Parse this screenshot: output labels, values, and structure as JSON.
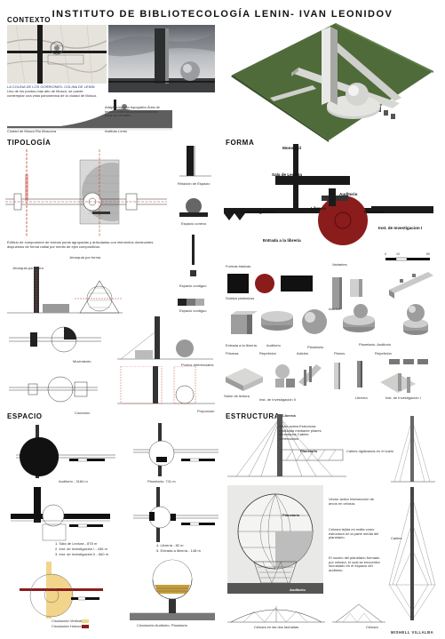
{
  "title": "INSTITUTO DE BIBLIOTECOLOGÍA LENIN- IVAN LEONIDOV",
  "author": "MISHELL VILLALBA",
  "colors": {
    "accent_red": "#8b1c1c",
    "dark": "#111111",
    "concrete": "#c8c8c8",
    "yellow": "#f2d58a"
  },
  "contexto": {
    "heading": "CONTEXTO",
    "photo_caption_1": "LA COLINA DE LOS GORRIONES- COLINA DE LENIN",
    "photo_caption_2": "Uno de los puntos mas alto de Moscú, se puede contemplar una vista panorámica de la ciudad de Moscú.",
    "section_note": "Adaptación a la topografía Área de terreno extensa Aprovechamiento para los ciruales",
    "labels": [
      "Ciudad de Moscú",
      "Rio Moscova",
      "Instituto Lenin"
    ]
  },
  "tipologia": {
    "heading": "TIPOLOGÍA",
    "description": "Edificio de composición de formas puras agrupadas y articuladas con elementos dominantes dispuestos de forma radial por medio de ejes compositivos.",
    "jerarquia_altura": "Jerarquia por altura",
    "jerarquia_forma": "Jerarquía por forma",
    "relacion": "Relación de Espacio",
    "conexo": "Espacio conexo",
    "contiguo_1": "Espacio contiguo",
    "contiguo_2": "Espacio contiguo",
    "movimiento": "Movimiento",
    "puntos": "Puntos referenciales",
    "conexion": "Conexión",
    "proporcion": "Proporcion"
  },
  "forma": {
    "heading": "FORMA",
    "labels": {
      "monorail": "Monorrail",
      "sala_lectura": "Sala de Lectura",
      "auditorio": "Auditorio",
      "libreria": "Librería",
      "planetario": "Planetario",
      "inst_2": "Inst. de Investigacion II",
      "inst_1": "Inst. de Investigacion I",
      "entrada": "Entrada a la librería"
    },
    "scale_ticks": [
      "0",
      "10",
      "50"
    ],
    "formas_basicas": "Formas básicas",
    "variantes": "Variantes",
    "solidos": "Sólidos platónicos",
    "adicion": "Adición",
    "row_labels": [
      "Entrada a la librería",
      "Auditorio",
      "Planetario",
      "Planetario- Auditorio"
    ],
    "prismas": "Prismas",
    "repeticion_1": "Repetición",
    "adicion_2": "Adición",
    "planos": "Planos",
    "repeticion_2": "Repetición",
    "bottom_labels": [
      "Salón de lectura",
      "Inst. de Investigación II",
      "Librería",
      "Inst. de Investigación I"
    ]
  },
  "espacio": {
    "heading": "ESPACIO",
    "auditorio": "Auditorio - 3184 m",
    "planetario": "Planetario- 741 m",
    "list_left": [
      "1. Sala de Lectura - 878 m",
      "2. Inst. de Investigación I - 436 m",
      "3. Inst. de Investigación II - 660 m"
    ],
    "list_right": [
      "4. Librería - 82 m",
      "5. Entrada a librería - 148 m"
    ],
    "circ_vertical": "Circulación Vertical",
    "circ_horizontal": "Circulación Horizontal",
    "circ_aud_plan": "Circulación Auditorio- Planetario"
  },
  "estructura": {
    "heading": "ESTRUCTURA",
    "libreria_tag": "Librería",
    "planetario_tag": "Planetario",
    "auditorio_tag": "Auditorio",
    "notes_1": "Altura activa Estructura rigidizada mediante pilares atirantados Cables pretensados",
    "cables_suelo": "Cables rigidizados en el suelo",
    "vector": "Vector activo Intersección de arcos en celosía.",
    "celosia_malla": "Celosía tejida en malla como estructura en la parte media del planetario.",
    "nucleo": "El núcleo del planetario formado por celosía, el cual se encuentra incrustado en el espacio del auditorio.",
    "cables": "Cables",
    "celosia_fachadas": "Celosía en las dos fachadas",
    "celosia": "Celosía"
  }
}
